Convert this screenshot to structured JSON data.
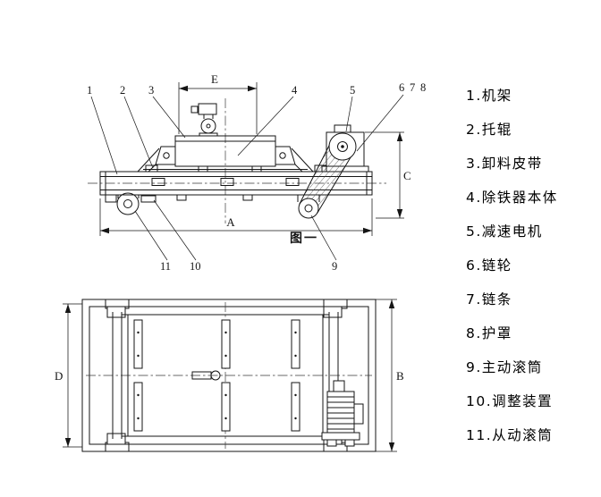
{
  "figure_top": {
    "caption": "图一",
    "dim_e": "E",
    "dim_c": "C",
    "dim_a": "A",
    "callout_1": "1",
    "callout_2": "2",
    "callout_3": "3",
    "callout_4": "4",
    "callout_5": "5",
    "callout_6": "6",
    "callout_7": "7",
    "callout_8": "8",
    "callout_9": "9",
    "callout_10": "10",
    "callout_11": "11"
  },
  "figure_bottom": {
    "dim_d": "D",
    "dim_b": "B"
  },
  "parts_list": {
    "items": [
      "1.机架",
      "2.托辊",
      "3.卸料皮带",
      "4.除铁器本体",
      "5.减速电机",
      "6.链轮",
      "7.链条",
      "8.护罩",
      "9.主动滚筒",
      "10.调整装置",
      "11.从动滚筒"
    ]
  },
  "colors": {
    "line": "#151515",
    "background": "#ffffff"
  }
}
